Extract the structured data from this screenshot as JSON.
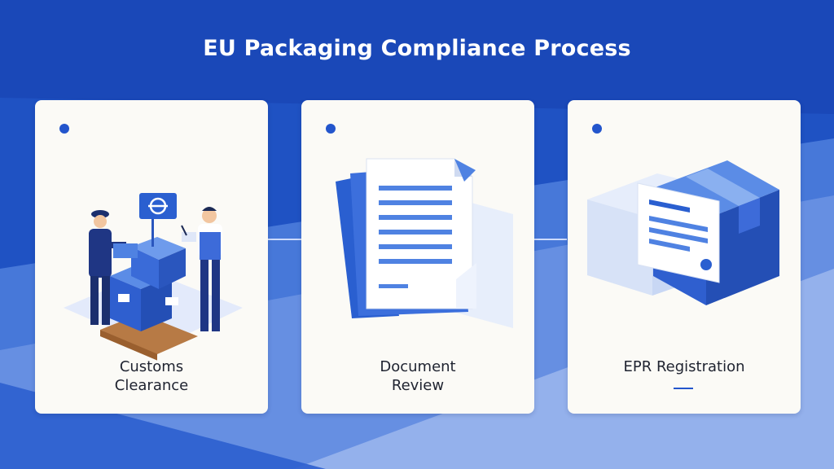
{
  "header": {
    "title": "EU Packaging Compliance Process"
  },
  "steps": [
    {
      "label_line1": "Customs",
      "label_line2": "Clearance",
      "icon": "customs-officer-and-pallet-icon"
    },
    {
      "label_line1": "Document",
      "label_line2": "Review",
      "icon": "document-icon"
    },
    {
      "label_line1": "EPR Registration",
      "icon": "registered-box-icon"
    }
  ],
  "colors": {
    "background": "#1d4fc0",
    "accent": "#2355cc",
    "card": "#fbfaf6",
    "text": "#1f2330"
  }
}
